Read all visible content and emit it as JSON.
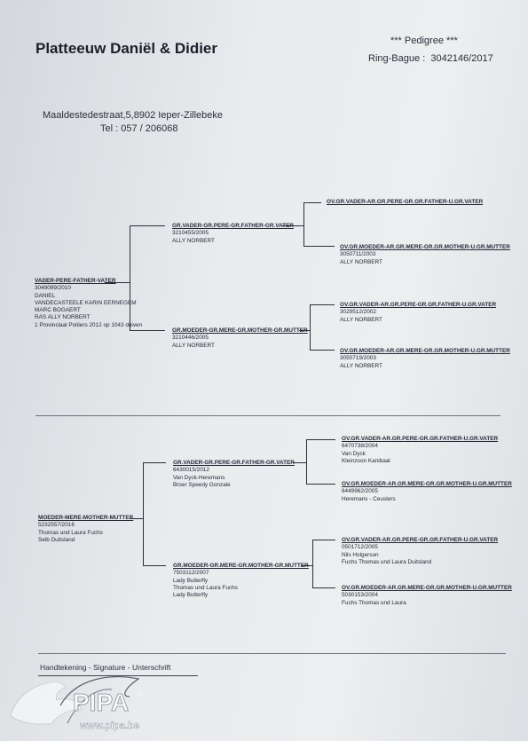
{
  "header": {
    "breeder": "Platteeuw Daniël & Didier",
    "pedigree": "*** Pedigree ***",
    "ring_label": "Ring-Bague :",
    "ring_value": "3042146/2017",
    "address": "Maaldestedestraat,5,8902 Ieper-Zillebeke",
    "tel": "Tel : 057 / 206068"
  },
  "sire": {
    "title": "VADER-PERE-FATHER-VATER",
    "lines": [
      "3049099/2010",
      "DANIEL",
      "VANDECASTEELE KARIN EERNEGEM",
      "MARC BOGAERT",
      "RAS ALLY NORBERT",
      "1 Provinciaal Poitiers 2012 op 1043 duiven"
    ],
    "gf": {
      "title": "GR.VADER-GR.PERE-GR.FATHER-GR.VATER",
      "lines": [
        "3210455/2005",
        "ALLY NORBERT"
      ]
    },
    "gm": {
      "title": "GR.MOEDER-GR.MERE-GR.MOTHER-GR.MUTTER",
      "lines": [
        "3210446/2005",
        "ALLY NORBERT"
      ]
    },
    "ggf1": {
      "title": "OV.GR.VADER-AR.GR.PERE-GR.GR.FATHER-U.GR.VATER",
      "lines": []
    },
    "ggm1": {
      "title": "OV.GR.MOEDER-AR.GR.MERE-GR.GR.MOTHER-U.GR.MUTTER",
      "lines": [
        "3050711/2003",
        "ALLY NORBERT"
      ]
    },
    "ggf2": {
      "title": "OV.GR.VADER-AR.GR.PERE-GR.GR.FATHER-U.GR.VATER",
      "lines": [
        "3029512/2002",
        "ALLY NORBERT"
      ]
    },
    "ggm2": {
      "title": "OV.GR.MOEDER-AR.GR.MERE-GR.GR.MOTHER-U.GR.MUTTER",
      "lines": [
        "3050719/2003",
        "ALLY NORBERT"
      ]
    }
  },
  "dam": {
    "title": "MOEDER-MERE-MOTHER-MUTTER",
    "lines": [
      "5232557/2016",
      "Thomas und Laura Fuchs",
      "Selb Duitsland"
    ],
    "gf": {
      "title": "GR.VADER-GR.PERE-GR.FATHER-GR.VATER",
      "lines": [
        "6430015/2012",
        "Van Dyck-Heremans",
        "Broer Speedy Gonzale"
      ]
    },
    "gm": {
      "title": "GR.MOEDER-GR.MERE-GR.MOTHER-GR.MUTTER",
      "lines": [
        "7503112/2007",
        "Lady Butterfly",
        "Thomas und Laura Fuchs",
        "Lady Butterfly"
      ]
    },
    "ggf1": {
      "title": "OV.GR.VADER-AR.GR.PERE-GR.GR.FATHER-U.GR.VATER",
      "lines": [
        "6470738/2004",
        "Van Dyck",
        "Kleinzoon Kanibaal"
      ]
    },
    "ggm1": {
      "title": "OV.GR.MOEDER-AR.GR.MERE-GR.GR.MOTHER-U.GR.MUTTER",
      "lines": [
        "6449962/2005",
        "Heremans - Ceusters"
      ]
    },
    "ggf2": {
      "title": "OV.GR.VADER-AR.GR.PERE-GR.GR.FATHER-U.GR.VATER",
      "lines": [
        "0501712/2005",
        "Nils Holgerson",
        "Fuchs Thomas und Laura Duitsland"
      ]
    },
    "ggm2": {
      "title": "OV.GR.MOEDER-AR.GR.MERE-GR.GR.MOTHER-U.GR.MUTTER",
      "lines": [
        "5030153/2004",
        "Fuchs Thomas und Laura"
      ]
    }
  },
  "footer": {
    "signature": "Handtekening - Signature - Unterschrift"
  },
  "watermark": {
    "brand": "PIPA",
    "registered": "®",
    "url": "www.pipa.be",
    "icon": "pigeon-icon"
  }
}
